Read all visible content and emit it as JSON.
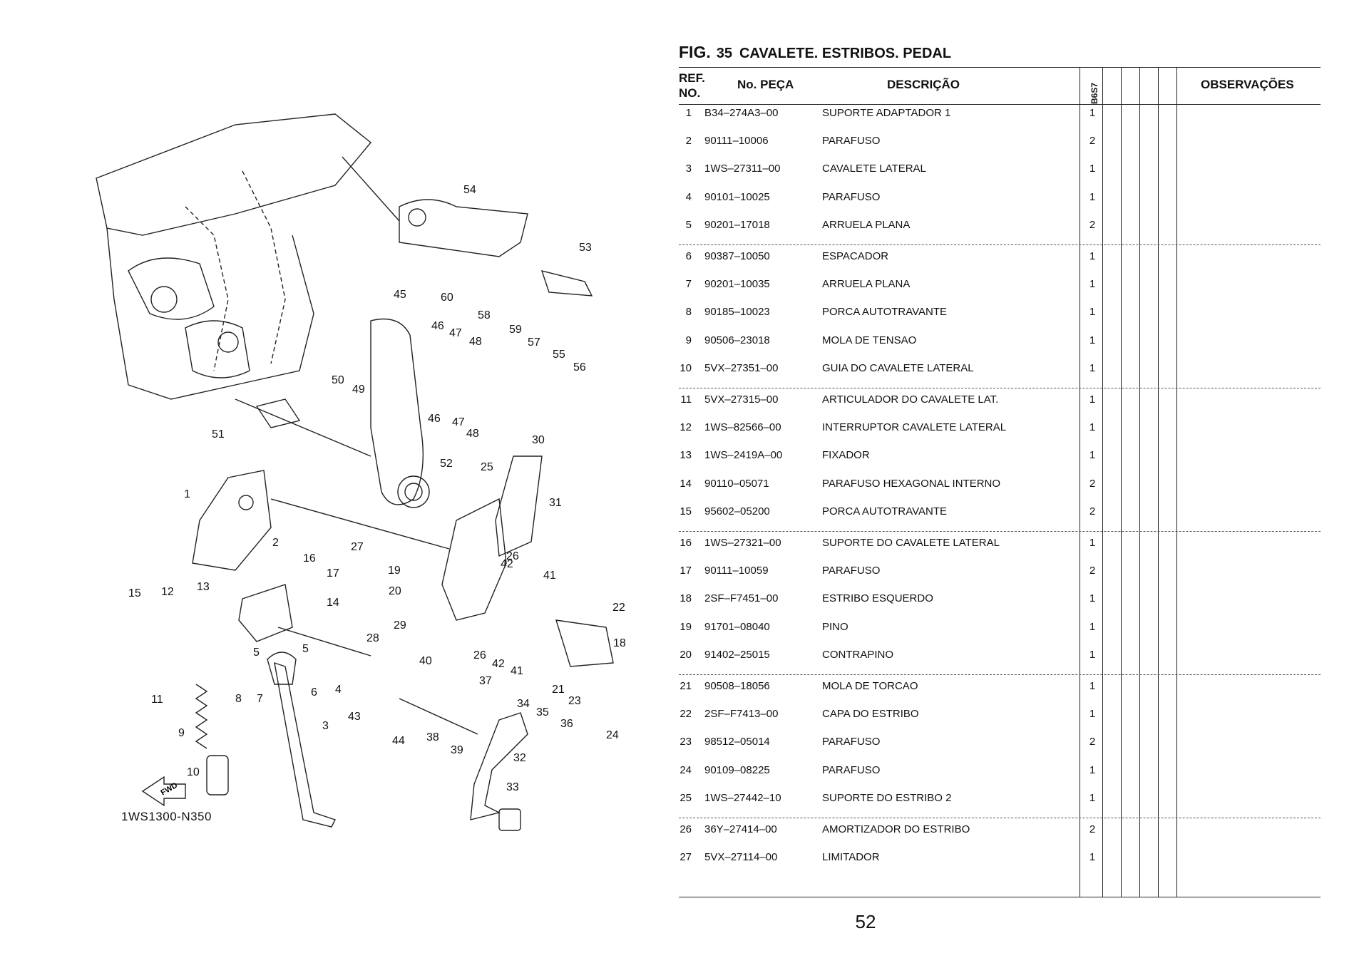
{
  "diagram": {
    "code": "1WS1300-N350",
    "fwd_label": "FWD",
    "callouts": [
      "1",
      "2",
      "3",
      "4",
      "5",
      "5",
      "6",
      "7",
      "8",
      "9",
      "10",
      "11",
      "12",
      "13",
      "14",
      "15",
      "16",
      "17",
      "18",
      "19",
      "20",
      "21",
      "22",
      "23",
      "24",
      "25",
      "26",
      "26",
      "27",
      "28",
      "29",
      "30",
      "31",
      "32",
      "33",
      "34",
      "35",
      "36",
      "37",
      "38",
      "39",
      "40",
      "41",
      "41",
      "42",
      "42",
      "43",
      "44",
      "45",
      "46",
      "46",
      "47",
      "47",
      "48",
      "48",
      "49",
      "50",
      "51",
      "52",
      "53",
      "54",
      "55",
      "56",
      "57",
      "58",
      "59",
      "60"
    ]
  },
  "figure": {
    "prefix": "FIG.",
    "number": "35",
    "title": "CAVALETE. ESTRIBOS. PEDAL"
  },
  "table": {
    "headers": {
      "ref_line1": "REF.",
      "ref_line2": "NO.",
      "part_no": "No. PEÇA",
      "description": "DESCRIÇÃO",
      "model": "B6S7",
      "observations": "OBSERVAÇÕES"
    },
    "rows": [
      {
        "ref": "1",
        "part": "B34–274A3–00",
        "desc": "SUPORTE ADAPTADOR 1",
        "qty": "1"
      },
      {
        "ref": "2",
        "part": "90111–10006",
        "desc": "PARAFUSO",
        "qty": "2"
      },
      {
        "ref": "3",
        "part": "1WS–27311–00",
        "desc": "CAVALETE LATERAL",
        "qty": "1"
      },
      {
        "ref": "4",
        "part": "90101–10025",
        "desc": "PARAFUSO",
        "qty": "1"
      },
      {
        "ref": "5",
        "part": "90201–17018",
        "desc": "ARRUELA PLANA",
        "qty": "2"
      },
      {
        "ref": "6",
        "part": "90387–10050",
        "desc": "ESPACADOR",
        "qty": "1"
      },
      {
        "ref": "7",
        "part": "90201–10035",
        "desc": "ARRUELA PLANA",
        "qty": "1"
      },
      {
        "ref": "8",
        "part": "90185–10023",
        "desc": "PORCA AUTOTRAVANTE",
        "qty": "1"
      },
      {
        "ref": "9",
        "part": "90506–23018",
        "desc": "MOLA DE TENSAO",
        "qty": "1"
      },
      {
        "ref": "10",
        "part": "5VX–27351–00",
        "desc": "GUIA DO CAVALETE LATERAL",
        "qty": "1"
      },
      {
        "ref": "11",
        "part": "5VX–27315–00",
        "desc": "ARTICULADOR DO CAVALETE LAT.",
        "qty": "1"
      },
      {
        "ref": "12",
        "part": "1WS–82566–00",
        "desc": "INTERRUPTOR CAVALETE LATERAL",
        "qty": "1"
      },
      {
        "ref": "13",
        "part": "1WS–2419A–00",
        "desc": "FIXADOR",
        "qty": "1"
      },
      {
        "ref": "14",
        "part": "90110–05071",
        "desc": "PARAFUSO HEXAGONAL INTERNO",
        "qty": "2"
      },
      {
        "ref": "15",
        "part": "95602–05200",
        "desc": "PORCA AUTOTRAVANTE",
        "qty": "2"
      },
      {
        "ref": "16",
        "part": "1WS–27321–00",
        "desc": "SUPORTE DO CAVALETE LATERAL",
        "qty": "1"
      },
      {
        "ref": "17",
        "part": "90111–10059",
        "desc": "PARAFUSO",
        "qty": "2"
      },
      {
        "ref": "18",
        "part": "2SF–F7451–00",
        "desc": "ESTRIBO ESQUERDO",
        "qty": "1"
      },
      {
        "ref": "19",
        "part": "91701–08040",
        "desc": "PINO",
        "qty": "1"
      },
      {
        "ref": "20",
        "part": "91402–25015",
        "desc": "CONTRAPINO",
        "qty": "1"
      },
      {
        "ref": "21",
        "part": "90508–18056",
        "desc": "MOLA DE TORCAO",
        "qty": "1"
      },
      {
        "ref": "22",
        "part": "2SF–F7413–00",
        "desc": "CAPA DO ESTRIBO",
        "qty": "1"
      },
      {
        "ref": "23",
        "part": "98512–05014",
        "desc": "PARAFUSO",
        "qty": "2"
      },
      {
        "ref": "24",
        "part": "90109–08225",
        "desc": "PARAFUSO",
        "qty": "1"
      },
      {
        "ref": "25",
        "part": "1WS–27442–10",
        "desc": "SUPORTE DO ESTRIBO 2",
        "qty": "1"
      },
      {
        "ref": "26",
        "part": "36Y–27414–00",
        "desc": "AMORTIZADOR DO ESTRIBO",
        "qty": "2"
      },
      {
        "ref": "27",
        "part": "5VX–27114–00",
        "desc": "LIMITADOR",
        "qty": "1"
      }
    ]
  },
  "page_number": "52"
}
